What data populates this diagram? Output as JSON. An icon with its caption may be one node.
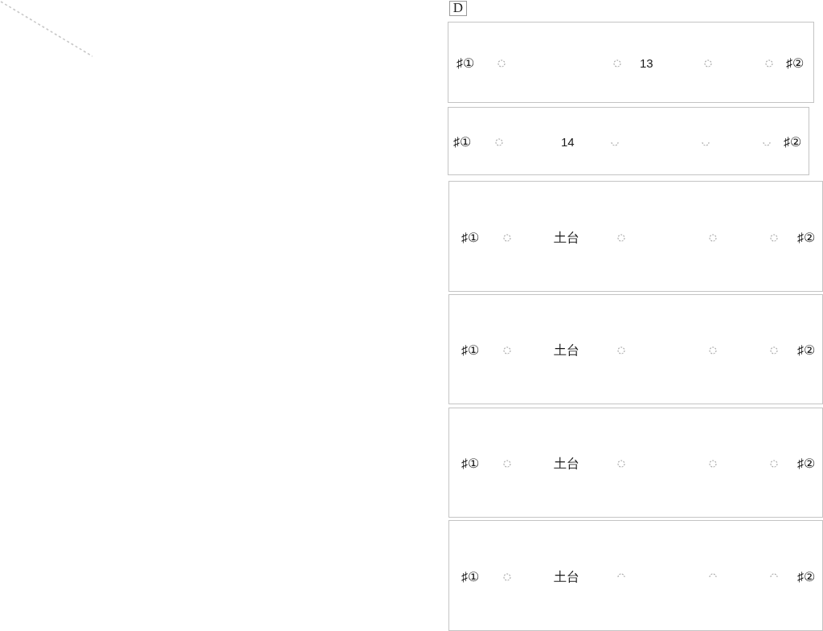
{
  "diagram": {
    "nodes": [
      {
        "text": [
          "D"
        ]
      },
      {
        "text": [
          "♯①",
          "13",
          "♯②"
        ]
      },
      {
        "text": [
          "♯①",
          "14",
          "♯②"
        ]
      },
      {
        "text": [
          "♯①",
          "土台",
          "♯②"
        ]
      },
      {
        "text": [
          "♯①",
          "土台",
          "♯②"
        ]
      },
      {
        "text": [
          "♯①",
          "土台",
          "♯②"
        ]
      },
      {
        "text": [
          "♯①",
          "土台",
          "♯②"
        ]
      }
    ]
  }
}
